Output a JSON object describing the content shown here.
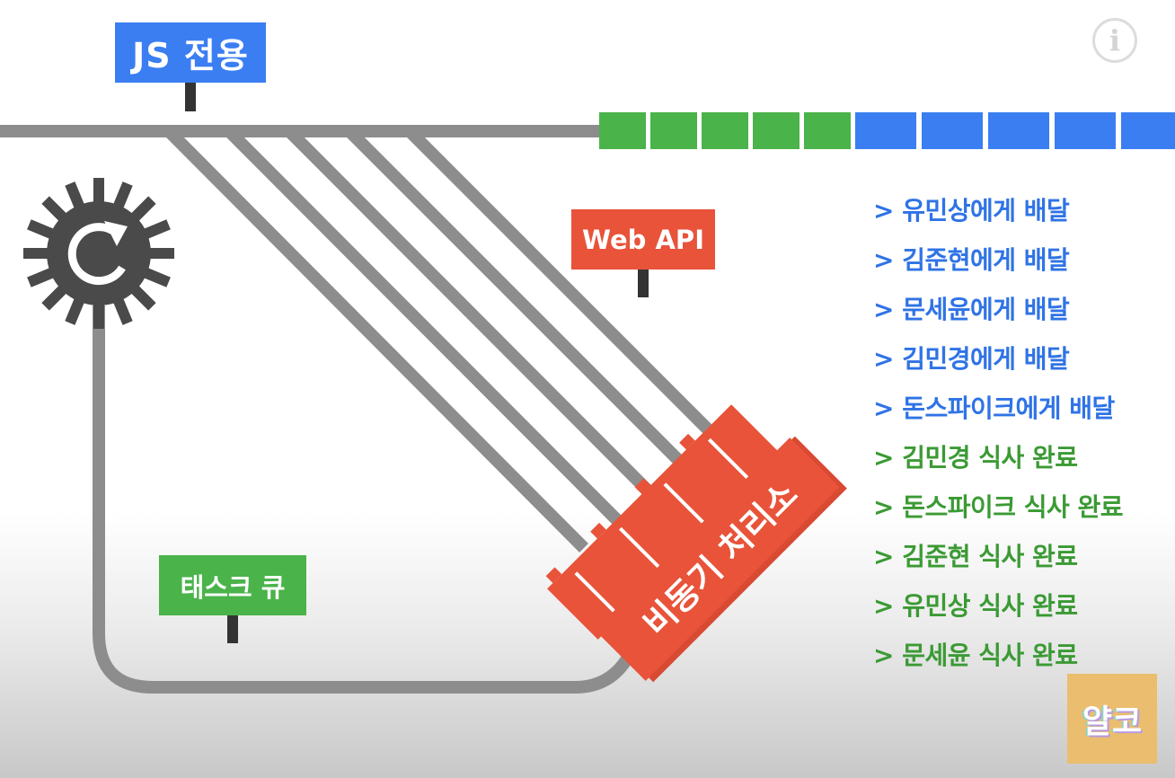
{
  "signs": {
    "js_only": "JS 전용",
    "web_api": "Web API",
    "task_queue": "태스크 큐",
    "async_processor": "비동기 처리소"
  },
  "log": [
    {
      "text": "> 유민상에게 배달",
      "kind": "delivery"
    },
    {
      "text": "> 김준현에게 배달",
      "kind": "delivery"
    },
    {
      "text": "> 문세윤에게 배달",
      "kind": "delivery"
    },
    {
      "text": "> 김민경에게 배달",
      "kind": "delivery"
    },
    {
      "text": "> 돈스파이크에게 배달",
      "kind": "delivery"
    },
    {
      "text": "> 김민경 식사 완료",
      "kind": "meal_done"
    },
    {
      "text": "> 돈스파이크 식사 완료",
      "kind": "meal_done"
    },
    {
      "text": "> 김준현 식사 완료",
      "kind": "meal_done"
    },
    {
      "text": "> 유민상 식사 완료",
      "kind": "meal_done"
    },
    {
      "text": "> 문세윤 식사 완료",
      "kind": "meal_done"
    }
  ],
  "train": {
    "green_cars": 5,
    "blue_cars": 5
  },
  "colors": {
    "js_blue": "#3a7ef2",
    "web_api_red": "#e8533a",
    "task_green": "#4ab34a",
    "log_blue": "#2f73e6",
    "log_green": "#3b9a34",
    "track_gray": "#8d8d8d",
    "gear": "#4a4a4a"
  },
  "icons": {
    "info": "info-icon",
    "event_loop": "event-loop-gear-icon"
  },
  "logo": "얄코",
  "info_symbol": "i"
}
